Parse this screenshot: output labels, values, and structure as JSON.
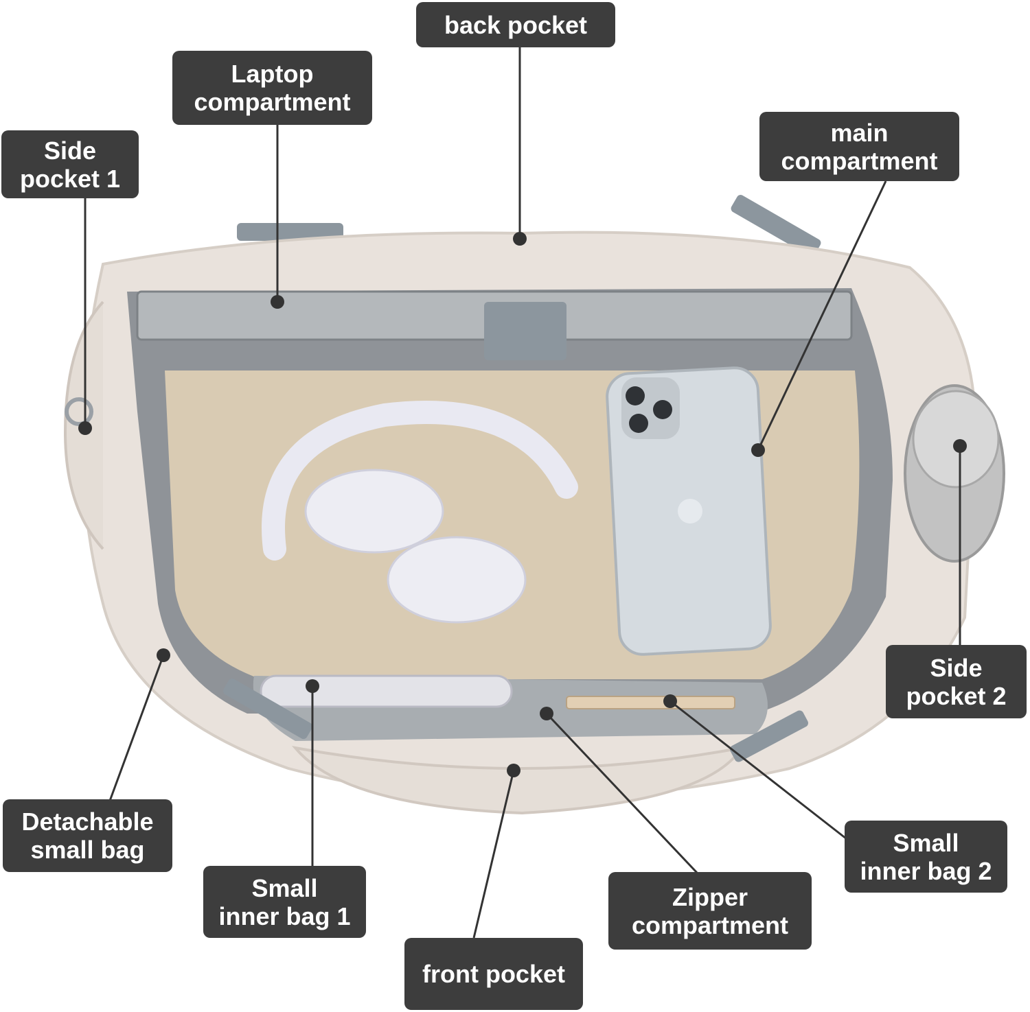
{
  "colors": {
    "label_bg": "#3d3d3d",
    "label_text": "#ffffff",
    "leader_line": "#333333",
    "bag_shell": "#e9e2dc",
    "bag_lining": "#8f9398",
    "bag_floor": "#d9cbb3",
    "webbing": "#8c969e"
  },
  "labels": {
    "back_pocket": "back pocket",
    "laptop_compartment": {
      "line1": "Laptop",
      "line2": "compartment"
    },
    "side_pocket_1": {
      "line1": "Side",
      "line2": "pocket 1"
    },
    "main_compartment": {
      "line1": "main",
      "line2": "compartment"
    },
    "side_pocket_2": {
      "line1": "Side",
      "line2": "pocket 2"
    },
    "detachable_small_bag": {
      "line1": "Detachable",
      "line2": "small bag"
    },
    "small_inner_bag_1": {
      "line1": "Small",
      "line2": "inner bag 1"
    },
    "zipper_compartment": {
      "line1": "Zipper",
      "line2": "compartment"
    },
    "small_inner_bag_2": {
      "line1": "Small",
      "line2": "inner bag 2"
    },
    "front_pocket": "front pocket"
  }
}
